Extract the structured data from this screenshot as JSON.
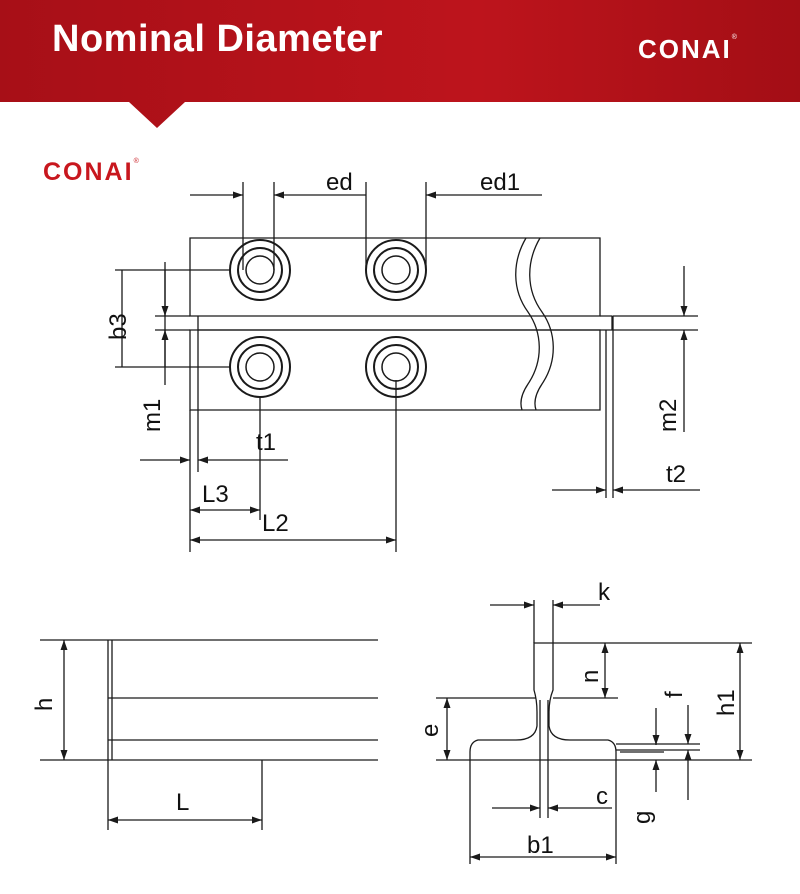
{
  "header": {
    "title": "Nominal Diameter",
    "brand": "CONAI",
    "brand_mark": "®",
    "background": "#b5121b",
    "background_dark": "#8f0c12"
  },
  "logo": {
    "text": "CONAI",
    "mark": "®",
    "color": "#c8171e"
  },
  "labels": {
    "ed": "ed",
    "ed1": "ed1",
    "b3": "b3",
    "m1": "m1",
    "m2": "m2",
    "t1": "t1",
    "t2": "t2",
    "L3": "L3",
    "L2": "L2",
    "h": "h",
    "L": "L",
    "k": "k",
    "n": "n",
    "f": "f",
    "h1": "h1",
    "e": "e",
    "c": "c",
    "g": "g",
    "b1": "b1"
  },
  "line_color": "#1a1a1a"
}
